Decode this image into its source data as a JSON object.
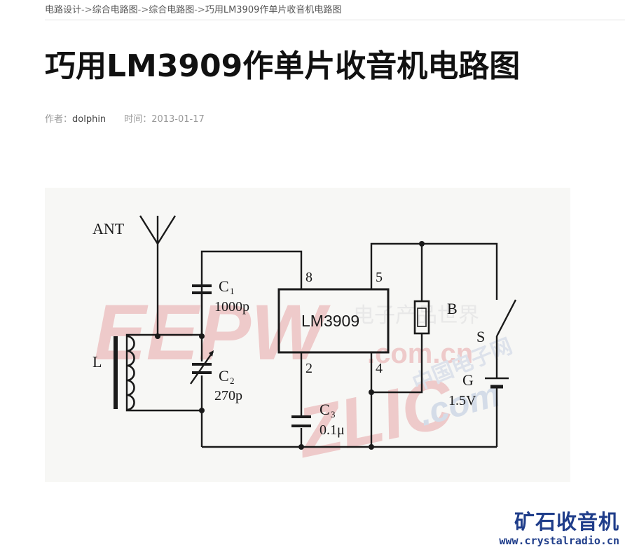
{
  "breadcrumb": {
    "items": [
      "电路设计",
      "综合电路图",
      "综合电路图",
      "巧用LM3909作单片收音机电路图"
    ],
    "separator": "->"
  },
  "article": {
    "title": "巧用LM3909作单片收音机电路图",
    "author_label": "作者：",
    "author": "dolphin",
    "time_label": "时间：",
    "date": "2013-01-17"
  },
  "schematic": {
    "ant": "ANT",
    "l": "L",
    "c1": "C",
    "c1_sub": "1",
    "c1_value": "1000p",
    "c2": "C",
    "c2_sub": "2",
    "c2_value": "270p",
    "c3": "C",
    "c3_sub": "3",
    "c3_value": "0.1μ",
    "ic": "LM3909",
    "pin8": "8",
    "pin5": "5",
    "pin2": "2",
    "pin4": "4",
    "b": "B",
    "s": "S",
    "g": "G",
    "battery": "1.5V"
  },
  "watermark": {
    "eepw": "EEPW",
    "zlic": "ZLIC",
    "com": ".com",
    "cn": ".com.cn",
    "cn_name": "中国电子网",
    "world": "电子产品世界"
  },
  "brand": {
    "name": "矿石收音机",
    "url": "www.crystalradio.cn"
  }
}
